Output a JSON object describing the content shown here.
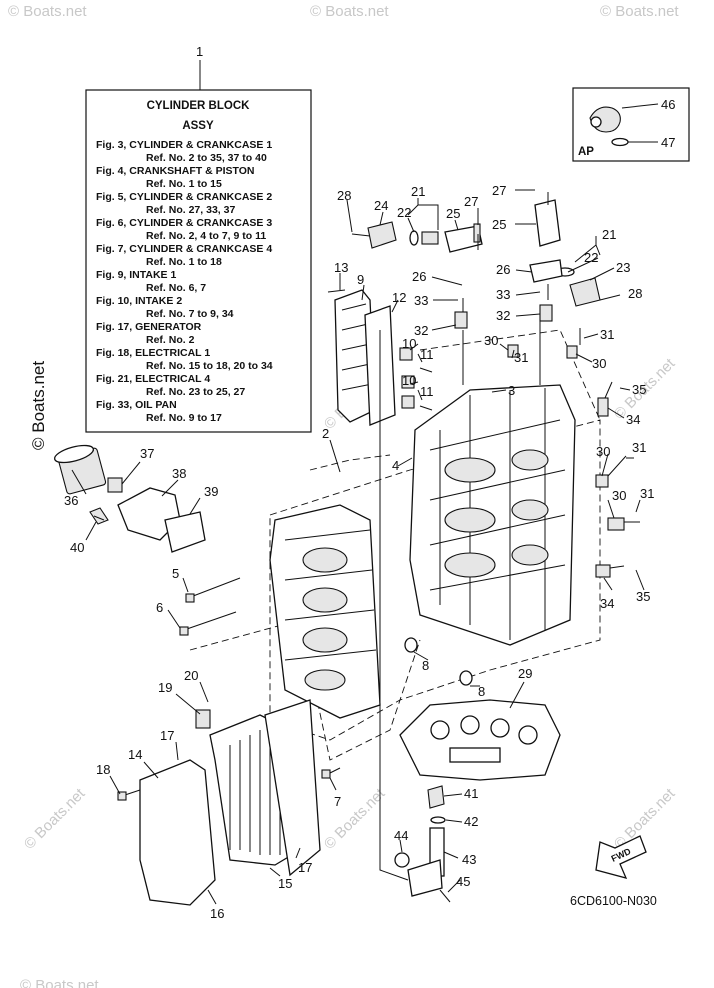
{
  "watermarks": [
    "© Boats.net",
    "© Boats.net",
    "© Boats.net",
    "© Boats.net",
    "© Boats.net",
    "© Boats.net",
    "© Boats.net",
    "© Boats.net",
    "© Boats.net"
  ],
  "side_watermark": "© Boats.net",
  "info_box": {
    "callout": "1",
    "title": "CYLINDER BLOCK",
    "subtitle": "ASSY",
    "lines": [
      "Fig. 3, CYLINDER & CRANKCASE 1",
      "Ref. No. 2 to 35, 37 to 40",
      "Fig. 4, CRANKSHAFT & PISTON",
      "Ref. No. 1 to 15",
      "Fig. 5, CYLINDER & CRANKCASE 2",
      "Ref. No. 27, 33, 37",
      "Fig. 6, CYLINDER & CRANKCASE 3",
      "Ref. No. 2, 4 to 7, 9 to 11",
      "Fig. 7, CYLINDER & CRANKCASE 4",
      "Ref. No. 1 to 18",
      "Fig. 9, INTAKE 1",
      "Ref. No. 6, 7",
      "Fig. 10, INTAKE 2",
      "Ref. No. 7 to 9, 34",
      "Fig. 17, GENERATOR",
      "Ref. No. 2",
      "Fig. 18, ELECTRICAL 1",
      "Ref. No. 15 to 18, 20 to 34",
      "Fig. 21, ELECTRICAL 4",
      "Ref. No. 23 to 25, 27",
      "Fig. 33, OIL PAN",
      "Ref. No. 9 to 17"
    ]
  },
  "ap_box": {
    "label": "AP",
    "callouts": [
      "46",
      "47"
    ]
  },
  "fwd_label": "FWD",
  "diagram_code": "6CD6100-N030",
  "callouts": [
    "28",
    "24",
    "22",
    "21",
    "25",
    "27",
    "27",
    "25",
    "21",
    "22",
    "26",
    "26",
    "23",
    "28",
    "13",
    "9",
    "12",
    "33",
    "33",
    "32",
    "32",
    "31",
    "10",
    "11",
    "10",
    "11",
    "30",
    "31",
    "30",
    "3",
    "35",
    "34",
    "2",
    "4",
    "37",
    "38",
    "39",
    "36",
    "40",
    "30",
    "31",
    "30",
    "31",
    "34",
    "35",
    "5",
    "6",
    "8",
    "8",
    "29",
    "19",
    "20",
    "17",
    "14",
    "18",
    "7",
    "41",
    "42",
    "43",
    "44",
    "45",
    "17",
    "15",
    "16"
  ]
}
